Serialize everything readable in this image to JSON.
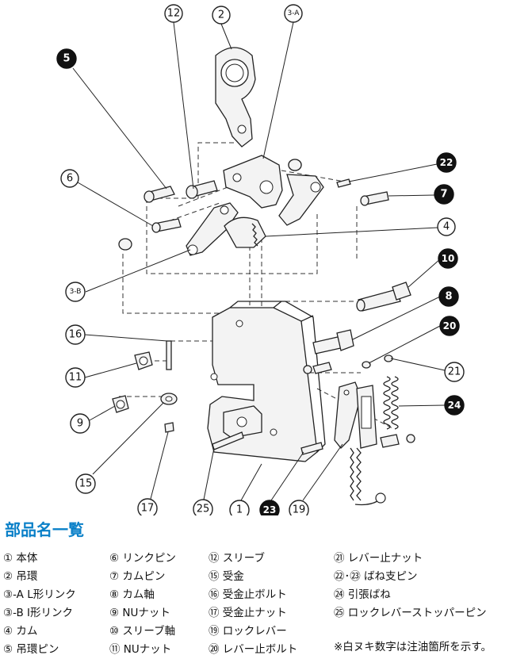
{
  "diagram": {
    "callouts": [
      {
        "id": "c12",
        "label": "12",
        "filled": false
      },
      {
        "id": "c2",
        "label": "2",
        "filled": false
      },
      {
        "id": "c3a",
        "label": "3-A",
        "filled": false
      },
      {
        "id": "c5",
        "label": "5",
        "filled": true
      },
      {
        "id": "c6",
        "label": "6",
        "filled": false
      },
      {
        "id": "c22",
        "label": "22",
        "filled": true
      },
      {
        "id": "c7",
        "label": "7",
        "filled": true
      },
      {
        "id": "c4",
        "label": "4",
        "filled": false
      },
      {
        "id": "c3b",
        "label": "3-B",
        "filled": false
      },
      {
        "id": "c10",
        "label": "10",
        "filled": true
      },
      {
        "id": "c8",
        "label": "8",
        "filled": true
      },
      {
        "id": "c20",
        "label": "20",
        "filled": true
      },
      {
        "id": "c16",
        "label": "16",
        "filled": false
      },
      {
        "id": "c21",
        "label": "21",
        "filled": false
      },
      {
        "id": "c11",
        "label": "11",
        "filled": false
      },
      {
        "id": "c24",
        "label": "24",
        "filled": true
      },
      {
        "id": "c9",
        "label": "9",
        "filled": false
      },
      {
        "id": "c15",
        "label": "15",
        "filled": false
      },
      {
        "id": "c17",
        "label": "17",
        "filled": false
      },
      {
        "id": "c25",
        "label": "25",
        "filled": false
      },
      {
        "id": "c1",
        "label": "1",
        "filled": false
      },
      {
        "id": "c23",
        "label": "23",
        "filled": true
      },
      {
        "id": "c19",
        "label": "19",
        "filled": false
      }
    ]
  },
  "parts_title": "部品名一覧",
  "parts_columns": [
    [
      "① 本体",
      "② 吊環",
      "③-A L形リンク",
      "③-B I形リンク",
      "④ カム",
      "⑤ 吊環ピン"
    ],
    [
      "⑥ リンクピン",
      "⑦ カムピン",
      "⑧ カム軸",
      "⑨ NUナット",
      "⑩ スリーブ軸",
      "⑪ NUナット"
    ],
    [
      "⑫ スリーブ",
      "⑮ 受金",
      "⑯ 受金止ボルト",
      "⑰ 受金止ナット",
      "⑲ ロックレバー",
      "⑳ レバー止ボルト"
    ],
    [
      "㉑ レバー止ナット",
      "㉒･㉓ ばね支ピン",
      "㉔ 引張ばね",
      "㉕ ロックレバーストッパーピン"
    ]
  ],
  "note": "※白ヌキ数字は注油箇所を示す。"
}
